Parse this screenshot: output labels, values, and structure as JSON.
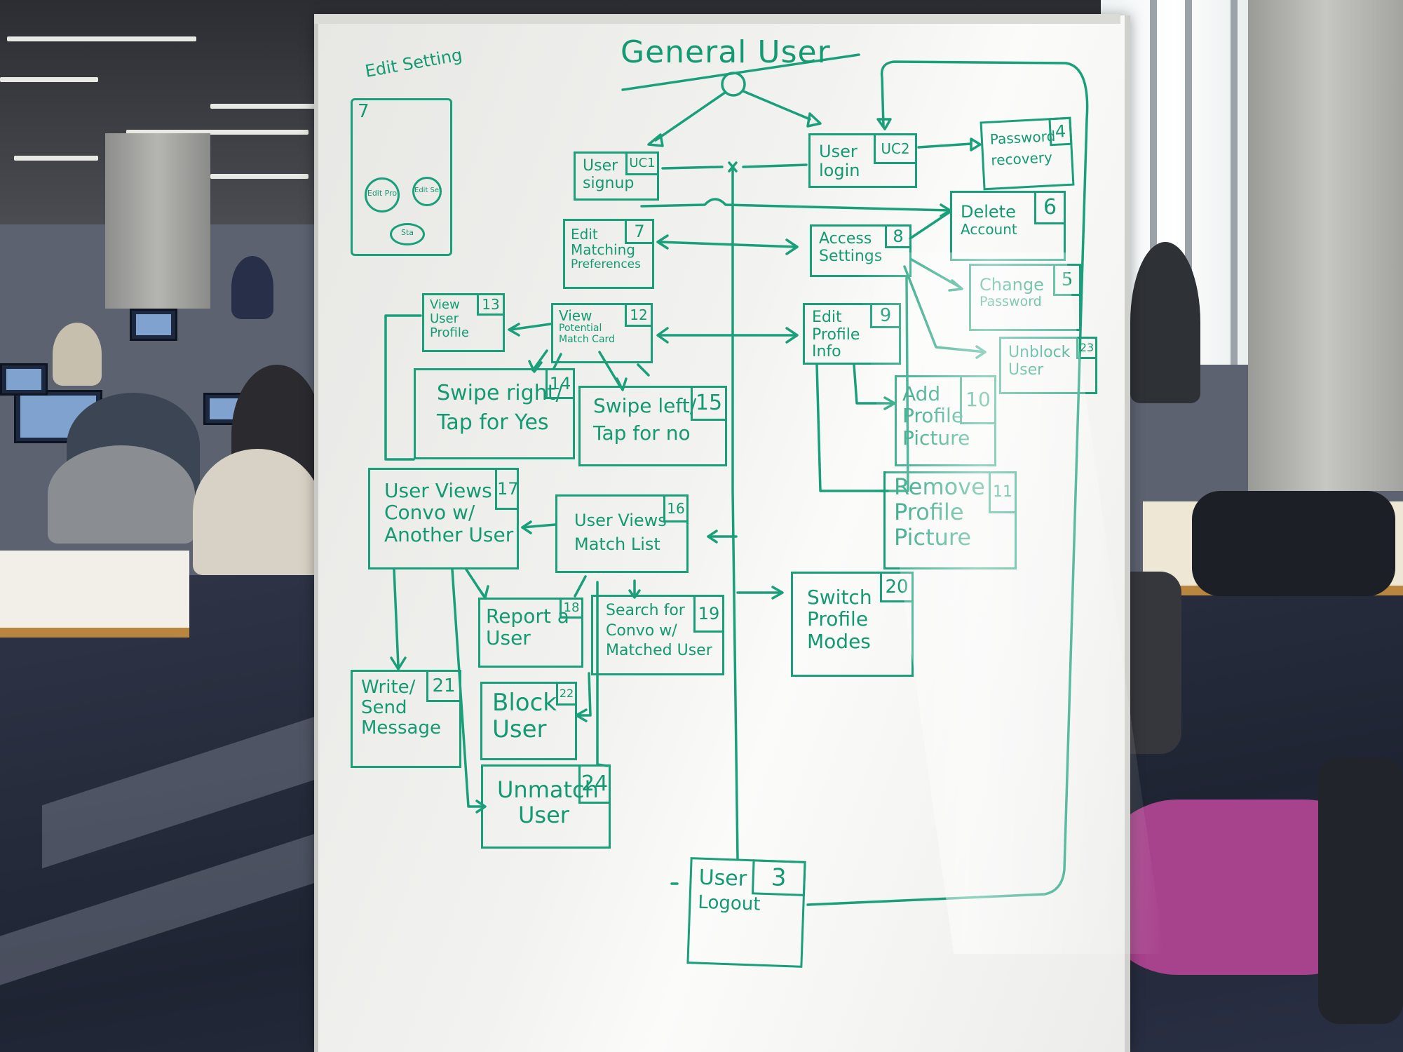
{
  "title": "General User",
  "edit_setting": {
    "label": "Edit Setting",
    "number": "7",
    "inner": [
      "Edit Pro",
      "Edit Set",
      "Sta"
    ]
  },
  "nodes": {
    "uc1": {
      "lines": [
        "User",
        "signup"
      ],
      "num": "UC1"
    },
    "uc2": {
      "lines": [
        "User",
        "login"
      ],
      "num": "UC2"
    },
    "n4": {
      "lines": [
        "Password",
        "recovery"
      ],
      "num": "4"
    },
    "n6": {
      "lines": [
        "Delete",
        "Account"
      ],
      "num": "6"
    },
    "n7": {
      "lines": [
        "Edit",
        "Matching",
        "Preferences"
      ],
      "num": "7"
    },
    "n8": {
      "lines": [
        "Access",
        "Settings"
      ],
      "num": "8"
    },
    "n5": {
      "lines": [
        "Change",
        "Password"
      ],
      "num": "5"
    },
    "n13": {
      "lines": [
        "View",
        "User",
        "Profile"
      ],
      "num": "13"
    },
    "n12": {
      "lines": [
        "View",
        "Potential",
        "Match Card"
      ],
      "num": "12"
    },
    "n9": {
      "lines": [
        "Edit",
        "Profile",
        "Info"
      ],
      "num": "9"
    },
    "n23": {
      "lines": [
        "Unblock",
        "User"
      ],
      "num": "23"
    },
    "n14": {
      "lines": [
        "Swipe right/",
        "Tap for Yes"
      ],
      "num": "14"
    },
    "n15": {
      "lines": [
        "Swipe left/",
        "Tap for no"
      ],
      "num": "15"
    },
    "n10": {
      "lines": [
        "Add",
        "Profile",
        "Picture"
      ],
      "num": "10"
    },
    "n17": {
      "lines": [
        "User Views",
        "Convo w/",
        "Another User"
      ],
      "num": "17"
    },
    "n16": {
      "lines": [
        "User Views",
        "Match List"
      ],
      "num": "16"
    },
    "n11": {
      "lines": [
        "Remove",
        "Profile",
        "Picture"
      ],
      "num": "11"
    },
    "n18": {
      "lines": [
        "Report a",
        "User"
      ],
      "num": "18"
    },
    "n19": {
      "lines": [
        "Search for",
        "Convo w/",
        "Matched User"
      ],
      "num": "19"
    },
    "n20": {
      "lines": [
        "Switch",
        "Profile",
        "Modes"
      ],
      "num": "20"
    },
    "n21": {
      "lines": [
        "Write/",
        "Send",
        "Message"
      ],
      "num": "21"
    },
    "n22": {
      "lines": [
        "Block",
        "User"
      ],
      "num": "22"
    },
    "n24": {
      "lines": [
        "Unmatch",
        "User"
      ],
      "num": "24"
    },
    "n3": {
      "lines": [
        "User",
        "Logout"
      ],
      "num": "3"
    }
  },
  "colors": {
    "marker": "#19a07a",
    "board": "#f2f2f0"
  }
}
